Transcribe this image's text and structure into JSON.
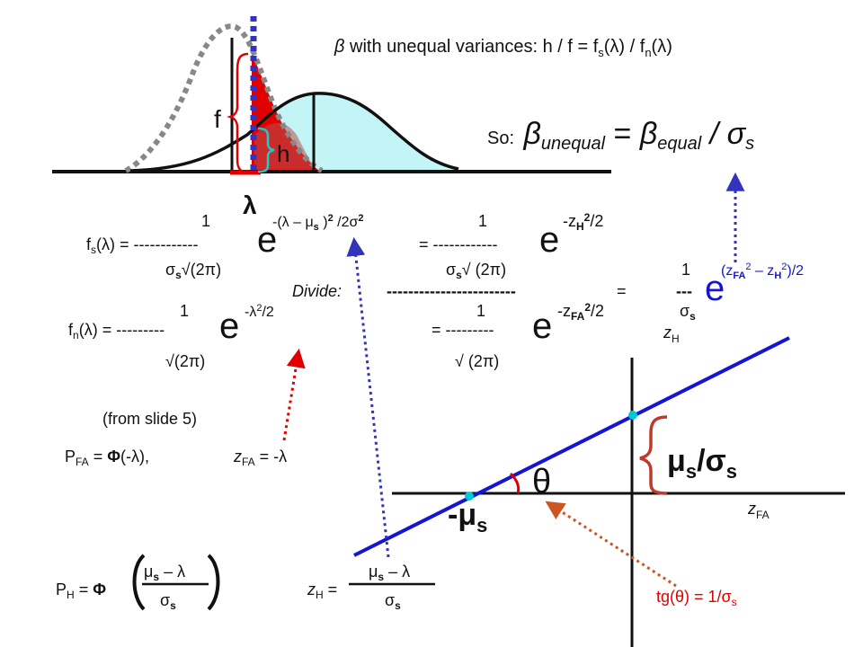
{
  "title": {
    "beta": "β",
    "text": " with unequal variances: h / f = f",
    "s1": "s",
    "mid": "(λ) / f",
    "n1": "n",
    "end": "(λ)"
  },
  "so": {
    "label": "So:",
    "beta1": "β",
    "sub1": "unequal",
    "eq": " = ",
    "beta2": "β",
    "sub2": "equal",
    "slash": " / σ",
    "sub3": "s"
  },
  "curve_labels": {
    "f": "f",
    "h": "h",
    "lambda": "λ"
  },
  "fs": {
    "lhs": "f",
    "lhs_sub": "s",
    "lhs_arg": "(λ) = ------------",
    "num": "1",
    "den_sigma": "σ",
    "den_sub": "s",
    "den_rest": "√(2π)",
    "e": "e",
    "exp1": "-(λ – μ",
    "exp1_sub": "s",
    "exp1_close": " )",
    "exp1_pow": "2",
    "exp1_rest": " /2σ",
    "exp1_pow2": "2",
    "rhs_eq": "= ------------",
    "rhs_num": "1",
    "rhs_den_sigma": "σ",
    "rhs_den_sub": "s",
    "rhs_den_rest": "√ (2π)",
    "rhs_exp": "-z",
    "rhs_exp_sub": "H",
    "rhs_exp_pow": "2",
    "rhs_exp_rest": "/2"
  },
  "fn": {
    "lhs": "f",
    "lhs_sub": "n",
    "lhs_arg": "(λ) = ---------",
    "num": "1",
    "den": "√(2π)",
    "e": "e",
    "exp": "-λ",
    "exp_pow": "2",
    "exp_rest": "/2",
    "rhs_eq": "= ---------",
    "rhs_num": "1",
    "rhs_den": "√ (2π)",
    "rhs_exp": "-z",
    "rhs_exp_sub": "FA",
    "rhs_exp_pow": "2",
    "rhs_exp_rest": "/2"
  },
  "divide": {
    "label": "Divide:",
    "dashes": "------------------------",
    "eq": "=",
    "result_num": "1",
    "result_dash": "---",
    "result_den_sigma": "σ",
    "result_den_sub": "s",
    "e": "e",
    "exp_open": "(z",
    "exp_sub1": "FA",
    "exp_pow1": "2",
    "exp_mid": " – z",
    "exp_sub2": "H",
    "exp_pow2": "2",
    "exp_close": ")/2"
  },
  "from_slide": "(from slide 5)",
  "pfa": {
    "p": "P",
    "p_sub": "FA",
    "rest": " = ",
    "phi": "Φ",
    "arg": "(-λ),",
    "z": "z",
    "z_sub": "FA",
    "z_rest": " = -λ"
  },
  "ph": {
    "p": "P",
    "p_sub": "H",
    "eq": " = ",
    "phi": "Φ",
    "num_mu": "μ",
    "num_sub": "s",
    "num_rest": " – λ",
    "den_sigma": "σ",
    "den_sub": "s"
  },
  "zh_eq": {
    "z": "z",
    "z_sub": "H",
    "eq": " =",
    "num_mu": "μ",
    "num_sub": "s",
    "num_rest": " – λ",
    "den_sigma": "σ",
    "den_sub": "s"
  },
  "graph": {
    "y_label": "z",
    "y_sub": "H",
    "x_label": "z",
    "x_sub": "FA",
    "slope_mu": "μ",
    "slope_sub1": "s",
    "slope_slash": "/σ",
    "slope_sub2": "s",
    "theta": "θ",
    "intercept": "-μ",
    "intercept_sub": "s",
    "tg": "tg(θ) = 1/σ",
    "tg_sub": "s"
  },
  "colors": {
    "red": "#e00000",
    "blue": "#1414d8",
    "dark_red": "#c0392b",
    "orange": "#cc5522",
    "cyan_fill": "#c4f5f6",
    "cyan_dot": "#00c8d8",
    "grey": "#888888",
    "navy": "#3333bb"
  }
}
